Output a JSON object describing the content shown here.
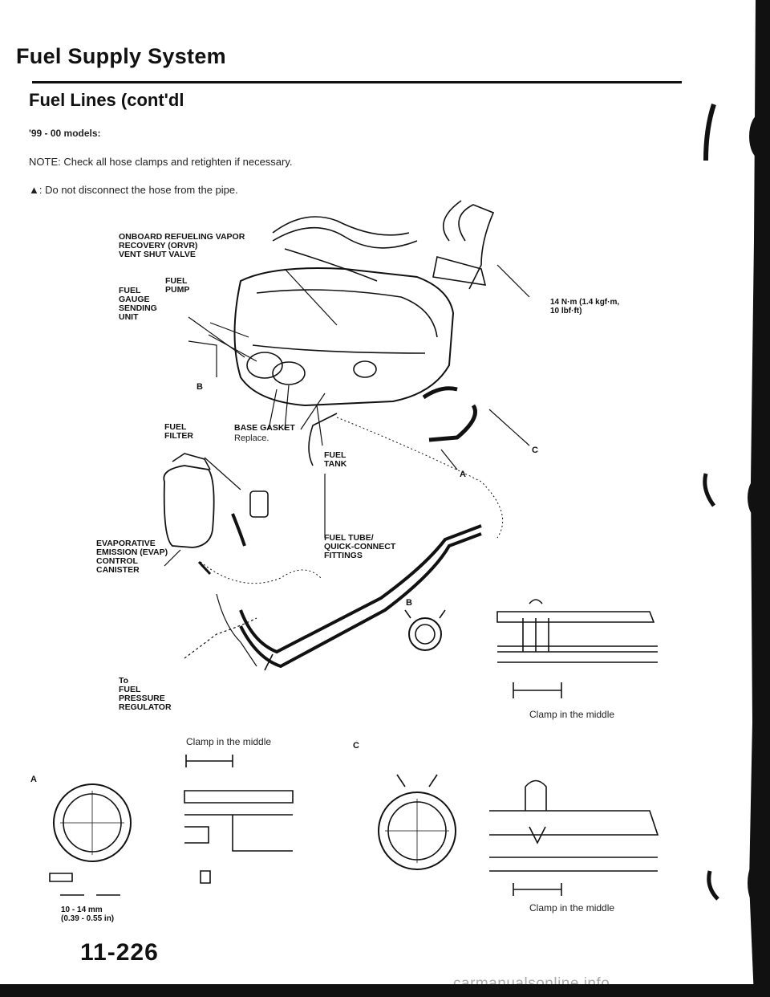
{
  "header": {
    "title": "Fuel Supply System"
  },
  "section": {
    "subtitle": "Fuel Lines (cont'dl",
    "models": "'99 - 00 models:",
    "note": "NOTE: Check all hose clamps and retighten if necessary.",
    "warning": "▲: Do not disconnect the hose from the pipe."
  },
  "labels": {
    "orvr": "ONBOARD REFUELING VAPOR\nRECOVERY (ORVR)\nVENT SHUT VALVE",
    "fuel_pump": "FUEL\nPUMP",
    "gauge": "FUEL\nGAUGE\nSENDING\nUNIT",
    "torque": "14 N·m (1.4 kgf·m,\n10 lbf·ft)",
    "fuel_filter": "FUEL\nFILTER",
    "base_gasket": "BASE GASKET",
    "replace": "Replace.",
    "fuel_tank": "FUEL\nTANK",
    "evap": "EVAPORATIVE\nEMISSION (EVAP)\nCONTROL\nCANISTER",
    "fuel_tube": "FUEL TUBE/\nQUICK-CONNECT\nFITTINGS",
    "pressure_reg": "To\nFUEL\nPRESSURE\nREGULATOR",
    "letter_a1": "A",
    "letter_b1": "B",
    "letter_c1": "C",
    "letter_b2": "B",
    "letter_a2": "A",
    "letter_c2": "C"
  },
  "details": {
    "clamp_b": "Clamp in the middle",
    "clamp_a": "Clamp in the middle",
    "clamp_c": "Clamp in the middle",
    "dim_a": "10 - 14 mm\n(0.39 - 0.55 in)"
  },
  "footer": {
    "page_number": "11-226",
    "watermark": "carmanualsonline.info"
  }
}
